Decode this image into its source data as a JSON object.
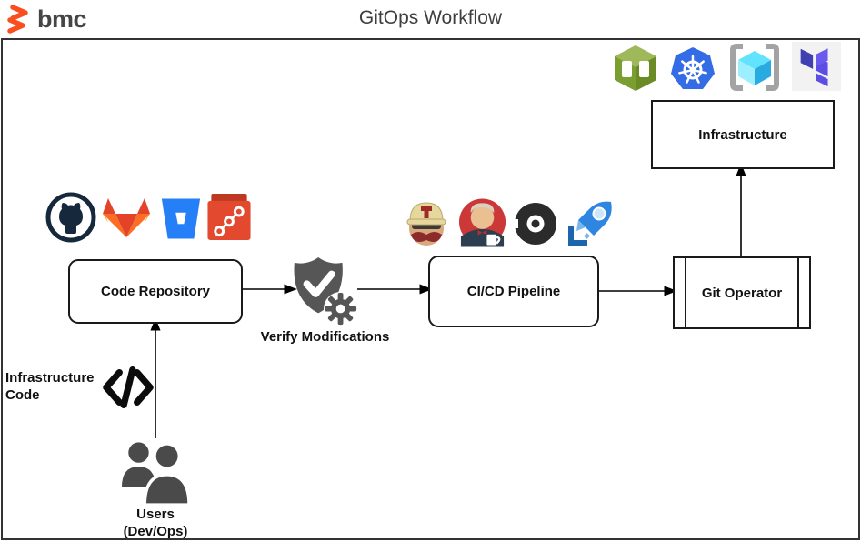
{
  "header": {
    "brand": "bmc",
    "title": "GitOps Workflow"
  },
  "colors": {
    "bmc_orange": "#F94E1E",
    "frame_border": "#333333",
    "node_border": "#1a1a1a",
    "shield_gray": "#565656",
    "users_gray": "#4a4a4a",
    "github_navy": "#16283C",
    "gitlab_orange": "#FC6D26",
    "gitlab_red": "#E24329",
    "gitlab_amber": "#FCA326",
    "bitbucket_blue": "#2580F7",
    "git_orange": "#E2492F",
    "cloudformation_green": "#7A9E2F",
    "kubernetes_blue": "#336CE4",
    "arm_cyan": "#62E3FD",
    "terraform_purple": "#5C4EE5",
    "jenkins_red": "#CB3837",
    "circleci_dark": "#2B2B2B",
    "azure_pipelines_blue": "#2E86E0"
  },
  "icons": {
    "infrastructure_tools": [
      {
        "name": "aws-cloudformation-icon"
      },
      {
        "name": "kubernetes-icon"
      },
      {
        "name": "azure-resource-manager-icon"
      },
      {
        "name": "terraform-icon"
      }
    ],
    "repository_tools": [
      {
        "name": "github-icon"
      },
      {
        "name": "gitlab-icon"
      },
      {
        "name": "bitbucket-icon"
      },
      {
        "name": "git-icon"
      }
    ],
    "cicd_tools": [
      {
        "name": "travis-ci-icon"
      },
      {
        "name": "jenkins-icon"
      },
      {
        "name": "circleci-icon"
      },
      {
        "name": "azure-pipelines-icon"
      }
    ],
    "other": [
      {
        "name": "verify-shield-gear-icon"
      },
      {
        "name": "code-brackets-icon"
      },
      {
        "name": "users-icon"
      },
      {
        "name": "bmc-logo-icon"
      }
    ]
  },
  "nodes": {
    "infrastructure": {
      "label": "Infrastructure"
    },
    "code_repository": {
      "label": "Code Repository"
    },
    "cicd_pipeline": {
      "label": "CI/CD Pipeline"
    },
    "git_operator": {
      "label": "Git Operator"
    },
    "verify_modifications": {
      "label": "Verify Modifications"
    },
    "infrastructure_code": {
      "line1": "Infrastructure",
      "line2": "Code"
    },
    "users": {
      "line1": "Users",
      "line2": "(Dev/Ops)"
    }
  }
}
